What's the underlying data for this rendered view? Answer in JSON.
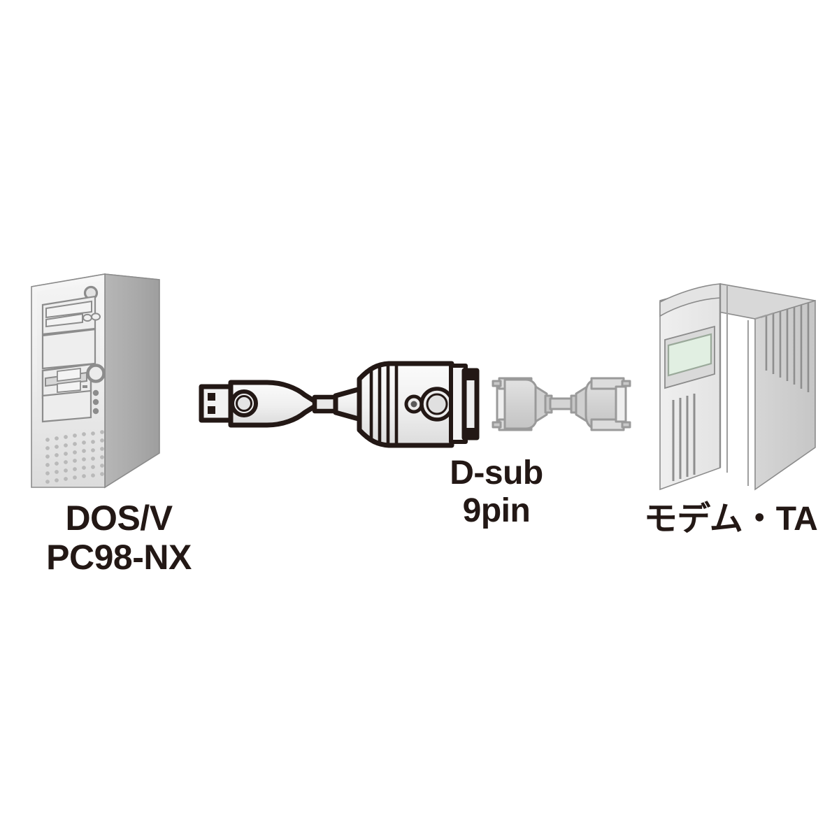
{
  "diagram": {
    "title": "USB to D-sub 9pin serial adapter connection diagram",
    "background_color": "#ffffff"
  },
  "labels": {
    "pc": {
      "line1": "DOS/V",
      "line2": "PC98-NX",
      "color": "#231815"
    },
    "connector": {
      "line1": "D-sub",
      "line2": "9pin",
      "color": "#231815"
    },
    "modem": {
      "line1": "モデム・TA",
      "color": "#231815"
    }
  },
  "devices": {
    "pc_tower": {
      "name": "desktop-pc-tower",
      "front_color_top": "#f2f2f2",
      "front_color_bottom": "#e2e2e2",
      "side_color": "#a9a9a9",
      "top_color": "#d4d4d4",
      "outline_color": "#8b8b8b",
      "detail_color": "#8c8c8c",
      "features": [
        "power-button",
        "optical-drive-bay",
        "blank-bay-panel",
        "floppy-drive",
        "reset-knob",
        "indicator-leds",
        "ventilation-dot-grid"
      ],
      "led_count": 3,
      "vent_dot_columns": 7,
      "vent_dot_rows": 6
    },
    "modem_ta": {
      "name": "modem-terminal-adapter",
      "front_color": "#e9e9e9",
      "side_color": "#cfcfcf",
      "top_color": "#d8d8d8",
      "outline_color": "#8b8b8b",
      "display_color": "#e1efe2",
      "display_border": "#9aa99a",
      "vent_fin_count": 9,
      "front_groove_count": 4
    }
  },
  "cable": {
    "name": "usb-to-dsub9-adapter-cable",
    "outline_color": "#231815",
    "body_fill": "#f0f0f0",
    "shade_fill": "#d8d8d8",
    "usb_plug": {
      "name": "usb-type-a-plug",
      "contact_slots": 2
    },
    "dsub_adapter": {
      "name": "dsub-9pin-male-connector",
      "rib_count": 8,
      "thumbscrews": 2
    }
  },
  "dsub_cable": {
    "name": "dsub-9pin-serial-cable",
    "fill": "#d6d6d6",
    "outline_color": "#9a9a9a",
    "shade": "#c0c0c0",
    "connector_left": "dsub-9pin-female-connector",
    "connector_right": "dsub-9pin-male-connector"
  }
}
